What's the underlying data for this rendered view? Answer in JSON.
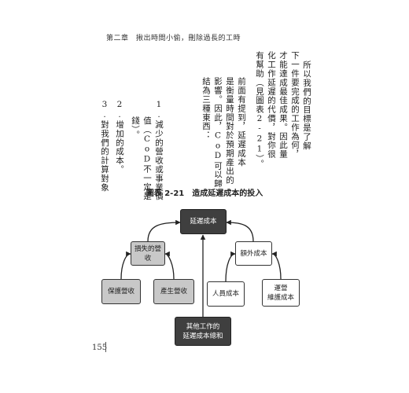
{
  "header": {
    "text": "第二章　揪出時間小偷，刪除過長的工時"
  },
  "body_text": {
    "columns": [
      "所以我們的目標是了解",
      "下一件要完成的工作為何，",
      "才能達成最佳成果。因此量",
      "化工作延遲的代價，對你很",
      "有幫助（見圖表2-21）。",
      "前面有提到，延遲成本",
      "是衡量時間對於預期產出的",
      "影響。因此，CoD可以歸",
      "結為三種東西：",
      "1.減少的營收或事業價",
      "值（CoD不一定是",
      "錢）。",
      "2.增加的成本。",
      "3.對我們的計算對象"
    ]
  },
  "figure": {
    "caption": "圖表 2-21　造成延遲成本的投入",
    "nodes": {
      "cost_of_delay": "延遲成本",
      "lost_revenue": "損失的營收",
      "extra_cost": "額外成本",
      "protect_revenue": "保護營收",
      "generate_revenue": "產生營收",
      "staff_cost": "人員成本",
      "operations_cost": "運營\n維護成本",
      "other_work": "其他工作的\n延遲成本總和"
    }
  },
  "footer": {
    "page_number": "155"
  }
}
